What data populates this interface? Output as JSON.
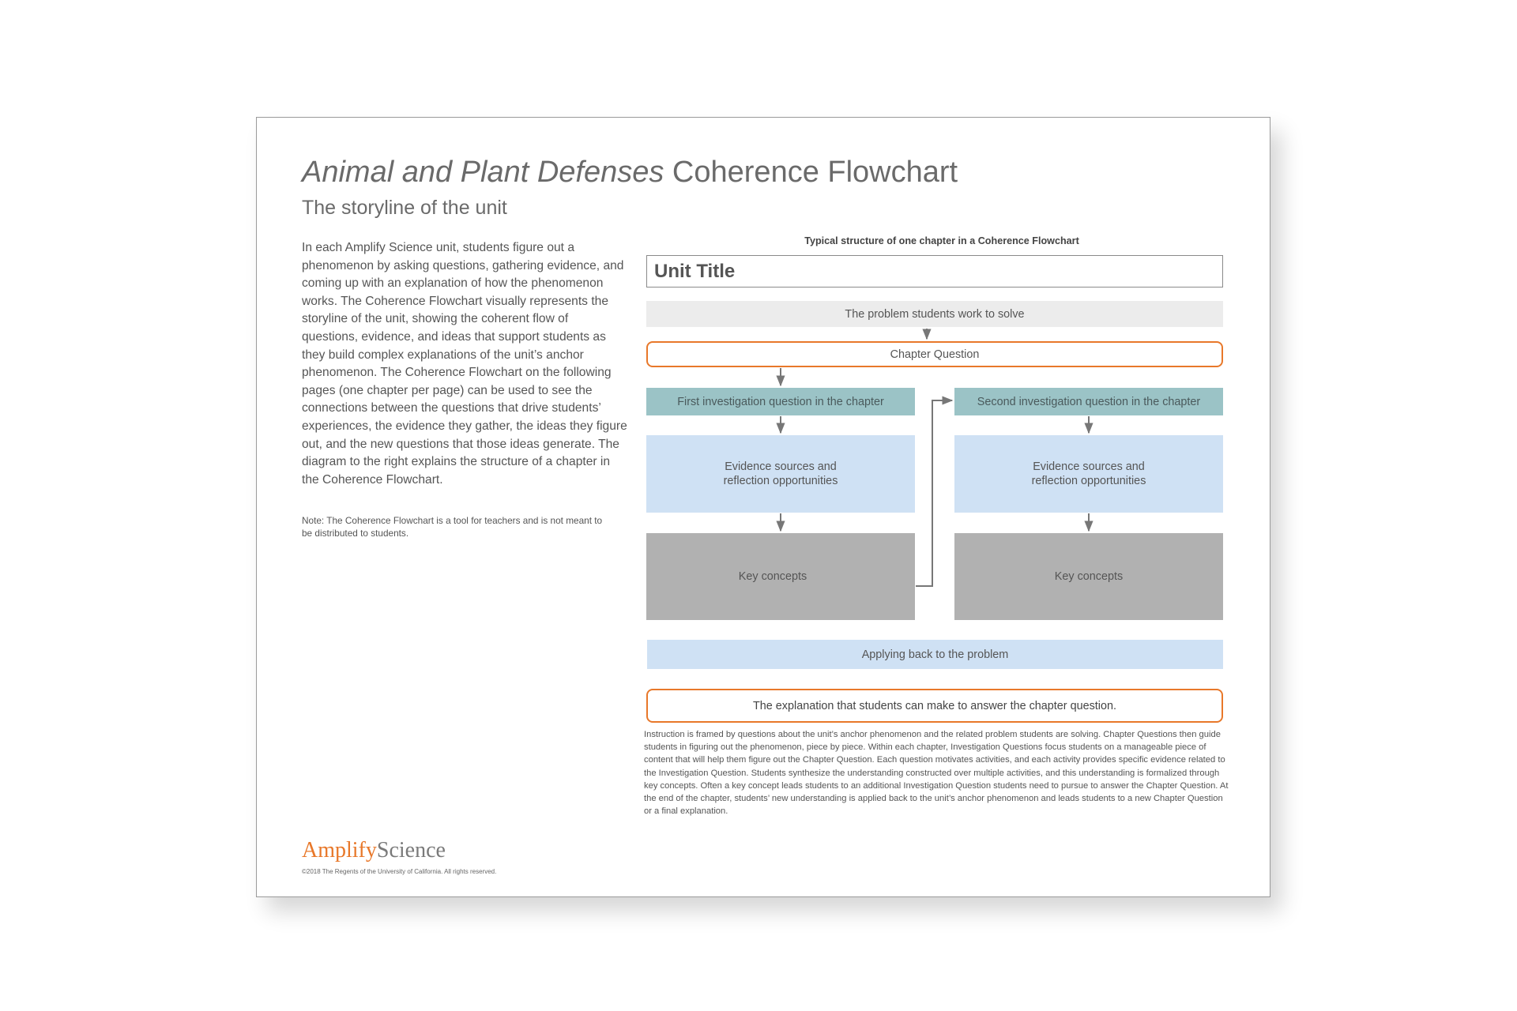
{
  "header": {
    "title_italic": "Animal and Plant Defenses",
    "title_rest": " Coherence Flowchart",
    "subtitle": "The storyline of the unit"
  },
  "intro": {
    "paragraph": "In each Amplify Science unit, students figure out a phenomenon by asking questions, gathering evidence, and coming up with an explanation of how the phenomenon works. The Coherence Flowchart visually represents the storyline of the unit, showing the coherent flow of questions, evidence, and ideas that support students as they build complex explanations of the unit’s anchor phenomenon. The Coherence Flowchart on the following pages (one chapter per page) can be used to see the connections between the questions that drive students’ experiences, the evidence they gather, the ideas they figure out, and the new questions that those ideas generate. The diagram to the right explains the structure of a chapter in the Coherence Flowchart.",
    "note": "Note: The Coherence Flowchart is a tool for teachers and is not meant to be distributed to students."
  },
  "diagram": {
    "caption": "Typical structure of one chapter in a Coherence Flowchart",
    "unit_title": "Unit Title",
    "problem": "The problem students work to solve",
    "chapter_question": "Chapter Question",
    "left": {
      "investigation": "First investigation question in the chapter",
      "evidence_line1": "Evidence sources and",
      "evidence_line2": "reflection opportunities",
      "key_concepts": "Key concepts"
    },
    "right": {
      "investigation": "Second investigation question in the chapter",
      "evidence_line1": "Evidence sources and",
      "evidence_line2": "reflection opportunities",
      "key_concepts": "Key concepts"
    },
    "applying": "Applying back to the problem",
    "explanation": "The explanation that students can make to answer the chapter question."
  },
  "body": {
    "paragraph": "Instruction is framed by questions about the unit’s anchor phenomenon and the related problem students are solving. Chapter Questions then guide students in figuring out the phenomenon, piece by piece. Within each chapter, Investigation Questions focus students on a manageable piece of content that will help them figure out the Chapter Question. Each question motivates activities, and each activity provides specific evidence related to the Investigation Question. Students synthesize the understanding constructed over multiple activities, and this understanding is formalized through key concepts. Often a key concept leads students to an additional Investigation Question students need to pursue to answer the Chapter Question. At the end of the chapter, students’ new understanding is applied back to the unit’s anchor phenomenon and leads students to a new Chapter Question or a final explanation."
  },
  "footer": {
    "brand_part1": "Amplify",
    "brand_part2": "Science",
    "copyright": "©2018 The Regents of the University of California. All rights reserved."
  },
  "colors": {
    "accent_orange": "#e8782a",
    "investigation_teal": "#9bc3c6",
    "evidence_blue": "#cfe1f4",
    "key_gray": "#b1b1b1",
    "problem_gray": "#ececec"
  }
}
